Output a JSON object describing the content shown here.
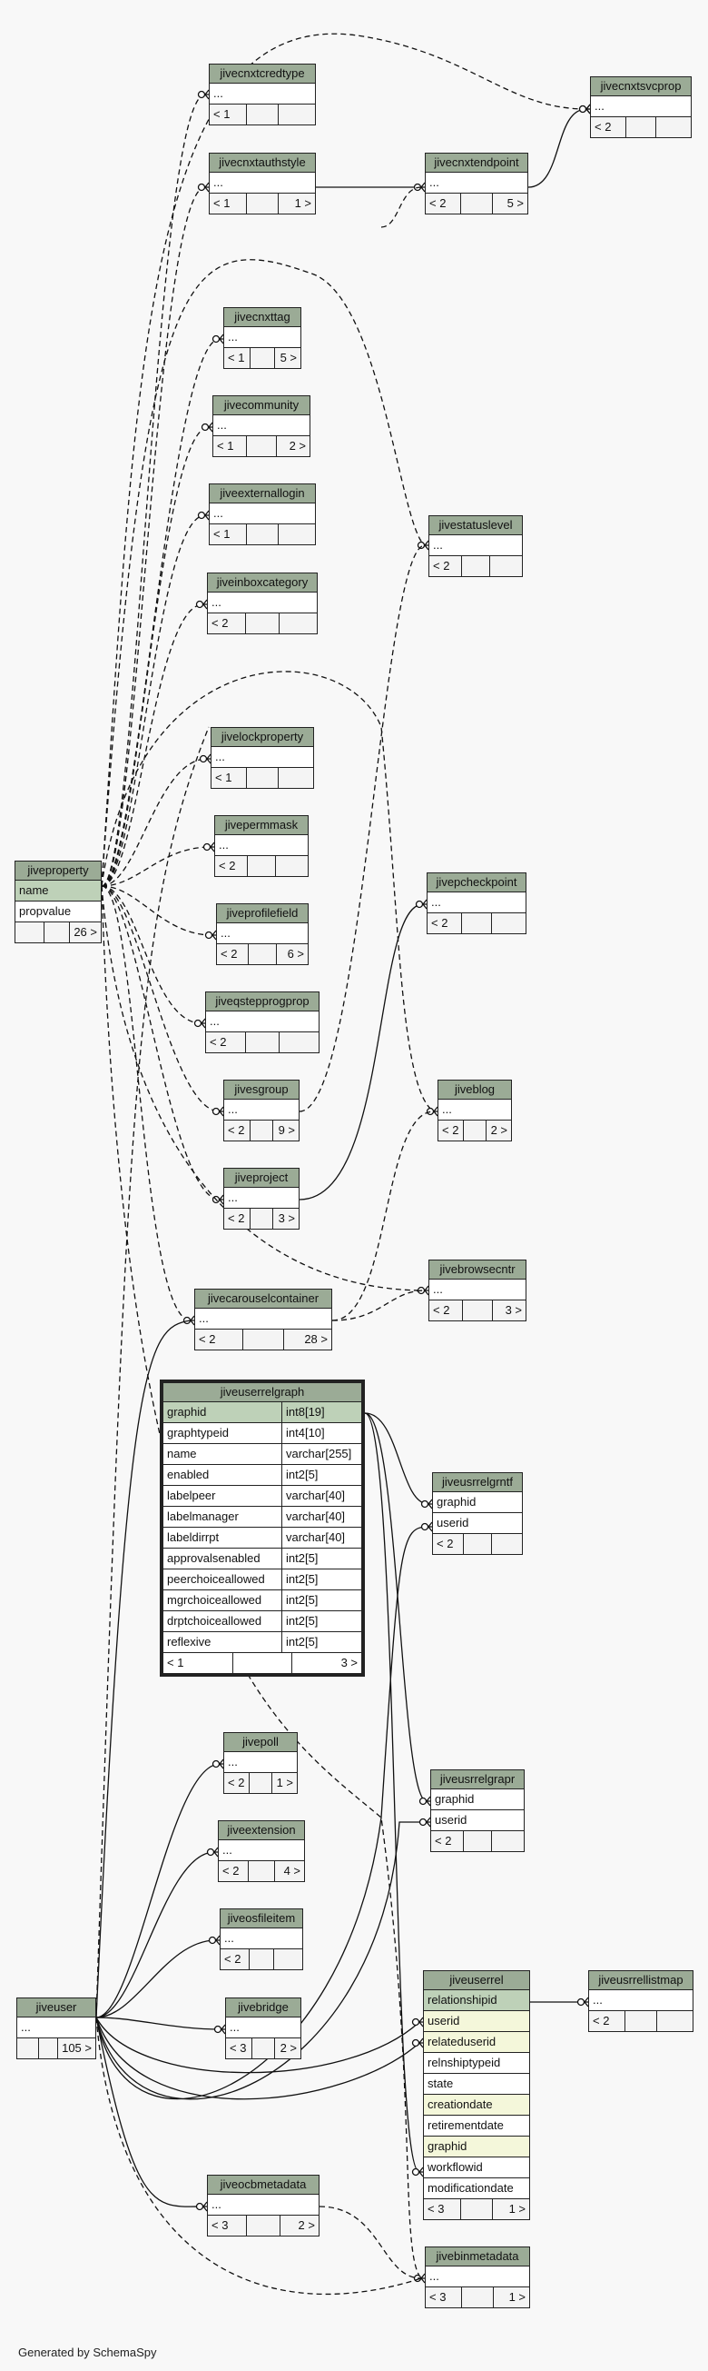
{
  "tables": {
    "jivecnxtcredtype": {
      "name": "jivecnxtcredtype",
      "rows": [
        "..."
      ],
      "footer": [
        "< 1",
        "",
        ""
      ]
    },
    "jivecnxtauthstyle": {
      "name": "jivecnxtauthstyle",
      "rows": [
        "..."
      ],
      "footer": [
        "< 1",
        "",
        "1 >"
      ]
    },
    "jivecnxttag": {
      "name": "jivecnxttag",
      "rows": [
        "..."
      ],
      "footer": [
        "< 1",
        "",
        "5 >"
      ]
    },
    "jivecommunity": {
      "name": "jivecommunity",
      "rows": [
        "..."
      ],
      "footer": [
        "< 1",
        "",
        "2 >"
      ]
    },
    "jiveexternallogin": {
      "name": "jiveexternallogin",
      "rows": [
        "..."
      ],
      "footer": [
        "< 1",
        "",
        ""
      ]
    },
    "jiveinboxcategory": {
      "name": "jiveinboxcategory",
      "rows": [
        "..."
      ],
      "footer": [
        "< 2",
        "",
        ""
      ]
    },
    "jivelockproperty": {
      "name": "jivelockproperty",
      "rows": [
        "..."
      ],
      "footer": [
        "< 1",
        "",
        ""
      ]
    },
    "jivepermmask": {
      "name": "jivepermmask",
      "rows": [
        "..."
      ],
      "footer": [
        "< 2",
        "",
        ""
      ]
    },
    "jiveprofilefield": {
      "name": "jiveprofilefield",
      "rows": [
        "..."
      ],
      "footer": [
        "< 2",
        "",
        "6 >"
      ]
    },
    "jiveqstepprogprop": {
      "name": "jiveqstepprogprop",
      "rows": [
        "..."
      ],
      "footer": [
        "< 2",
        "",
        ""
      ]
    },
    "jivesgroup": {
      "name": "jivesgroup",
      "rows": [
        "..."
      ],
      "footer": [
        "< 2",
        "",
        "9 >"
      ]
    },
    "jiveproject": {
      "name": "jiveproject",
      "rows": [
        "..."
      ],
      "footer": [
        "< 2",
        "",
        "3 >"
      ]
    },
    "jivecarouselcontainer": {
      "name": "jivecarouselcontainer",
      "rows": [
        "..."
      ],
      "footer": [
        "< 2",
        "",
        "28 >"
      ]
    },
    "jivecnxtendpoint": {
      "name": "jivecnxtendpoint",
      "rows": [
        "..."
      ],
      "footer": [
        "< 2",
        "",
        "5 >"
      ]
    },
    "jivecnxtsvcprop": {
      "name": "jivecnxtsvcprop",
      "rows": [
        "..."
      ],
      "footer": [
        "< 2",
        "",
        ""
      ]
    },
    "jivestatuslevel": {
      "name": "jivestatuslevel",
      "rows": [
        "..."
      ],
      "footer": [
        "< 2",
        "",
        ""
      ]
    },
    "jivepcheckpoint": {
      "name": "jivepcheckpoint",
      "rows": [
        "..."
      ],
      "footer": [
        "< 2",
        "",
        ""
      ]
    },
    "jiveblog": {
      "name": "jiveblog",
      "rows": [
        "..."
      ],
      "footer": [
        "< 2",
        "",
        "2 >"
      ]
    },
    "jivebrowsecntr": {
      "name": "jivebrowsecntr",
      "rows": [
        "..."
      ],
      "footer": [
        "< 2",
        "",
        "3 >"
      ]
    },
    "jiveproperty": {
      "name": "jiveproperty",
      "rows": [
        "name",
        "propvalue"
      ],
      "pk": [
        0
      ],
      "footer": [
        "",
        "",
        "26 >"
      ]
    },
    "jiveuser": {
      "name": "jiveuser",
      "rows": [
        "..."
      ],
      "footer": [
        "",
        "",
        "105 >"
      ]
    },
    "jiveusrrelgrntf": {
      "name": "jiveusrrelgrntf",
      "rows": [
        "graphid",
        "userid"
      ],
      "footer": [
        "< 2",
        "",
        ""
      ]
    },
    "jiveusrrelgrapr": {
      "name": "jiveusrrelgrapr",
      "rows": [
        "graphid",
        "userid"
      ],
      "footer": [
        "< 2",
        "",
        ""
      ]
    },
    "jivepoll": {
      "name": "jivepoll",
      "rows": [
        "..."
      ],
      "footer": [
        "< 2",
        "",
        "1 >"
      ]
    },
    "jiveextension": {
      "name": "jiveextension",
      "rows": [
        "..."
      ],
      "footer": [
        "< 2",
        "",
        "4 >"
      ]
    },
    "jiveosfileitem": {
      "name": "jiveosfileitem",
      "rows": [
        "..."
      ],
      "footer": [
        "< 2",
        "",
        ""
      ]
    },
    "jivebridge": {
      "name": "jivebridge",
      "rows": [
        "..."
      ],
      "footer": [
        "< 3",
        "",
        "2 >"
      ]
    },
    "jiveocbmetadata": {
      "name": "jiveocbmetadata",
      "rows": [
        "..."
      ],
      "footer": [
        "< 3",
        "",
        "2 >"
      ]
    },
    "jivebinmetadata": {
      "name": "jivebinmetadata",
      "rows": [
        "..."
      ],
      "footer": [
        "< 3",
        "",
        "1 >"
      ]
    },
    "jiveusrrellistmap": {
      "name": "jiveusrrellistmap",
      "rows": [
        "..."
      ],
      "footer": [
        "< 2",
        "",
        ""
      ]
    },
    "jiveuserrel": {
      "name": "jiveuserrel",
      "rows": [
        "relationshipid",
        "userid",
        "relateduserid",
        "relnshiptypeid",
        "state",
        "creationdate",
        "retirementdate",
        "graphid",
        "workflowid",
        "modificationdate"
      ],
      "pk": [
        0
      ],
      "ix": [
        1,
        2,
        5,
        7
      ],
      "footer": [
        "< 3",
        "",
        "1 >"
      ]
    },
    "jiveuserrelgraph": {
      "name": "jiveuserrelgraph",
      "columns": [
        {
          "n": "graphid",
          "t": "int8[19]"
        },
        {
          "n": "graphtypeid",
          "t": "int4[10]"
        },
        {
          "n": "name",
          "t": "varchar[255]"
        },
        {
          "n": "enabled",
          "t": "int2[5]"
        },
        {
          "n": "labelpeer",
          "t": "varchar[40]"
        },
        {
          "n": "labelmanager",
          "t": "varchar[40]"
        },
        {
          "n": "labeldirrpt",
          "t": "varchar[40]"
        },
        {
          "n": "approvalsenabled",
          "t": "int2[5]"
        },
        {
          "n": "peerchoiceallowed",
          "t": "int2[5]"
        },
        {
          "n": "mgrchoiceallowed",
          "t": "int2[5]"
        },
        {
          "n": "drptchoiceallowed",
          "t": "int2[5]"
        },
        {
          "n": "reflexive",
          "t": "int2[5]"
        }
      ],
      "pk": [
        0
      ],
      "footer": [
        "< 1",
        "",
        "3 >"
      ]
    }
  },
  "footer": {
    "text": "Generated by SchemaSpy"
  }
}
